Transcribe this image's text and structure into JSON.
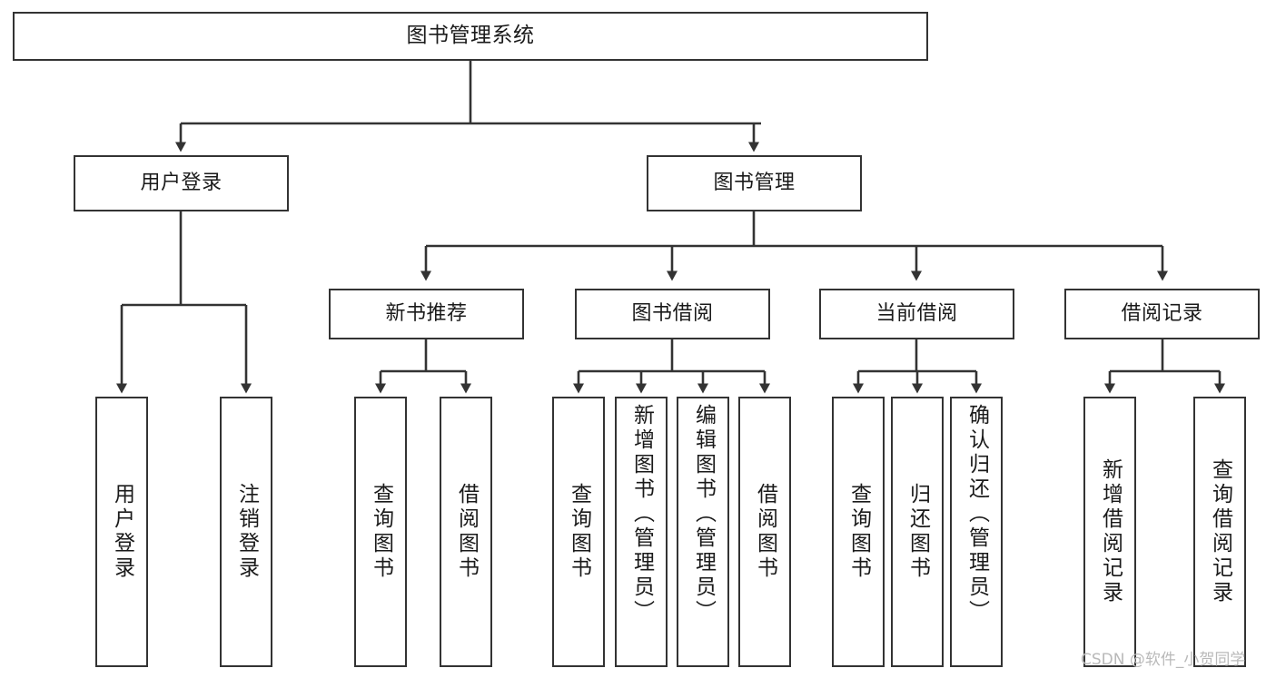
{
  "diagram": {
    "title": "图书管理系统",
    "type": "tree-hierarchy-diagram",
    "colors": {
      "box_border": "#333333",
      "box_fill": "#ffffff",
      "connector": "#333333",
      "text": "#1a1a1a",
      "watermark": "#b9b9b9",
      "background": "#ffffff"
    },
    "root": {
      "label": "图书管理系统"
    },
    "level2": [
      {
        "label": "用户登录"
      },
      {
        "label": "图书管理"
      }
    ],
    "level3": [
      {
        "label": "新书推荐"
      },
      {
        "label": "图书借阅"
      },
      {
        "label": "当前借阅"
      },
      {
        "label": "借阅记录"
      }
    ],
    "leaves": {
      "user_login": [
        {
          "label": "用户登录"
        },
        {
          "label": "注销登录"
        }
      ],
      "new_book_recommend": [
        {
          "label": "查询图书"
        },
        {
          "label": "借阅图书"
        }
      ],
      "book_borrow": [
        {
          "label": "查询图书"
        },
        {
          "label": "新增图书（管理员）"
        },
        {
          "label": "编辑图书（管理员）"
        },
        {
          "label": "借阅图书"
        }
      ],
      "current_borrow": [
        {
          "label": "查询图书"
        },
        {
          "label": "归还图书"
        },
        {
          "label": "确认归还（管理员）"
        }
      ],
      "borrow_record": [
        {
          "label": "新增借阅记录"
        },
        {
          "label": "查询借阅记录"
        }
      ]
    },
    "watermark": "CSDN @软件_小贺同学"
  }
}
